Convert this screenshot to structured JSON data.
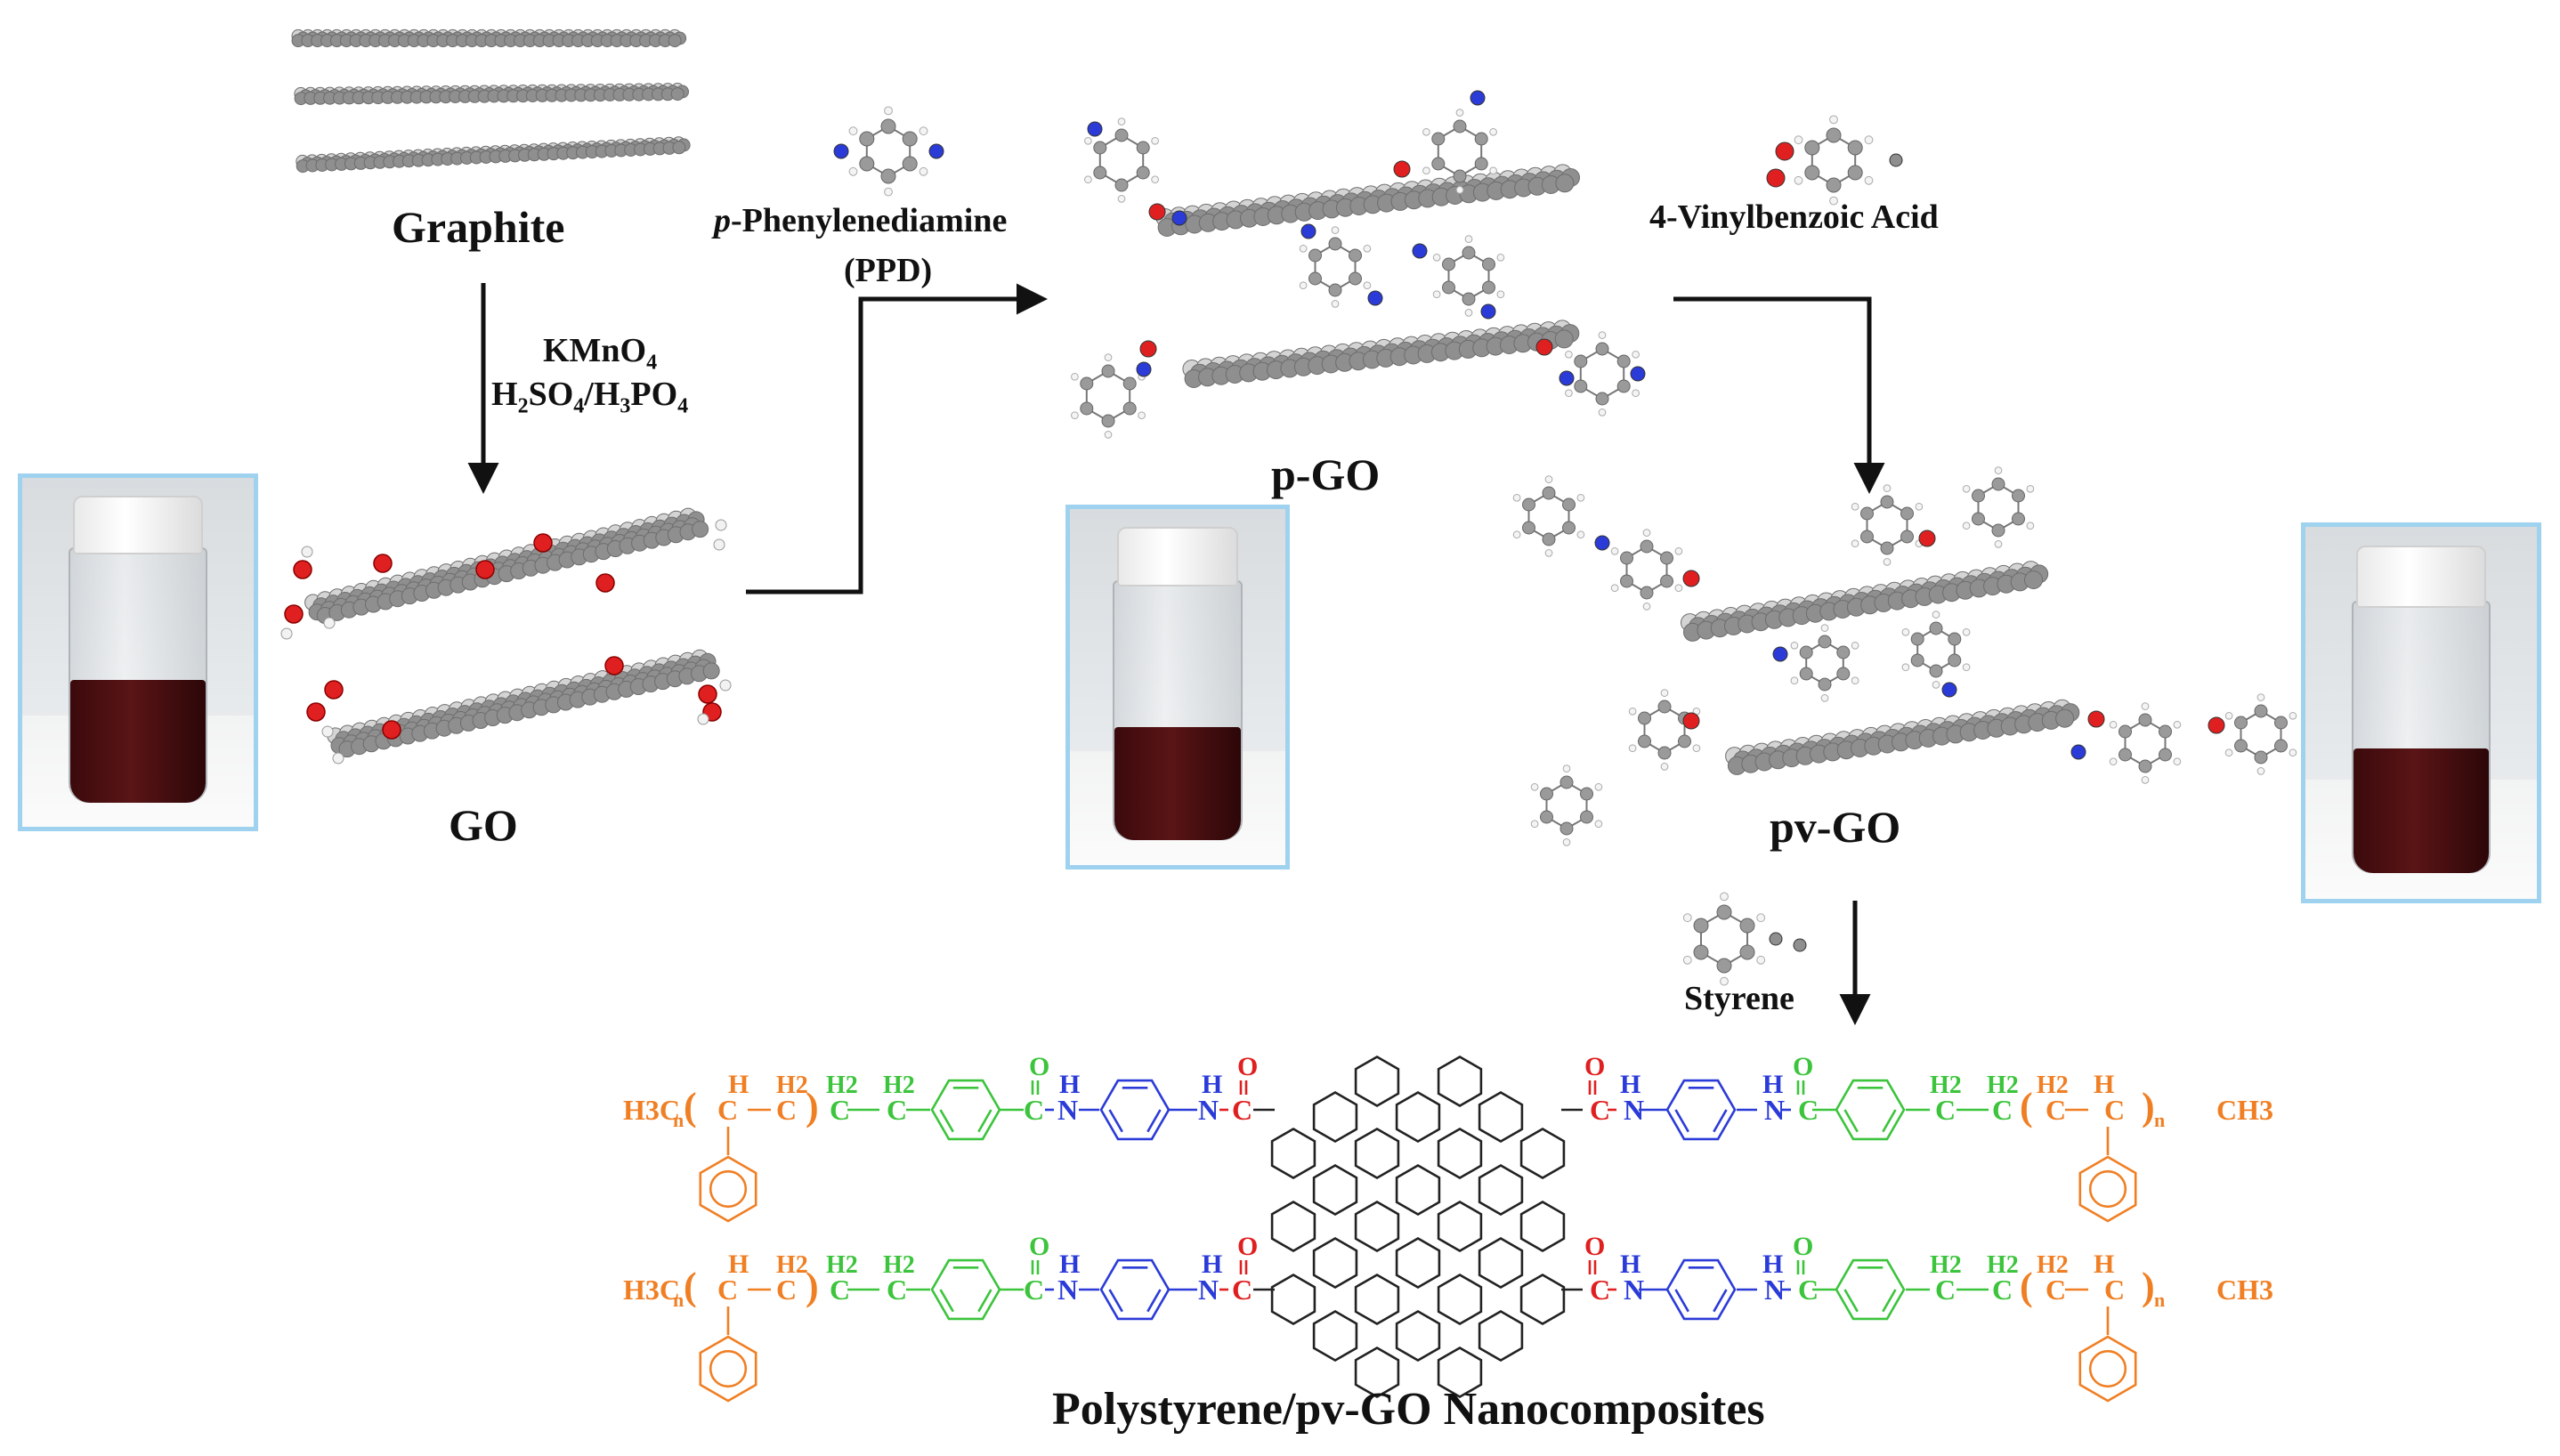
{
  "labels": {
    "graphite": "Graphite",
    "kmno4": "KMnO",
    "kmno4_sub": "4",
    "acid_h": "H",
    "acid_h_sub": "2",
    "acid_so": "SO",
    "acid_so_sub": "4",
    "acid_slash_h": "/H",
    "acid_h3_sub": "3",
    "acid_po": "PO",
    "acid_po_sub": "4",
    "go": "GO",
    "ppd_italic": "p",
    "ppd_name": "-Phenylenediamine",
    "ppd_abbr": "(PPD)",
    "pgo": "p-GO",
    "vinylbenzoic": "4-Vinylbenzoic Acid",
    "pvgo": "pv-GO",
    "styrene": "Styrene",
    "caption": "Polystyrene/pv-GO Nanocomposites"
  },
  "chain": {
    "h3c": "H3C",
    "n": "n",
    "h": "H",
    "c": "C",
    "h2": "H2",
    "o": "O",
    "nh_n": "N",
    "ch3": "CH3"
  },
  "colors": {
    "orange": "#f07f24",
    "green": "#3cc43c",
    "blue": "#2b3bd8",
    "red": "#e02020",
    "dark": "#222222",
    "photo_border": "#9fd2ef"
  }
}
